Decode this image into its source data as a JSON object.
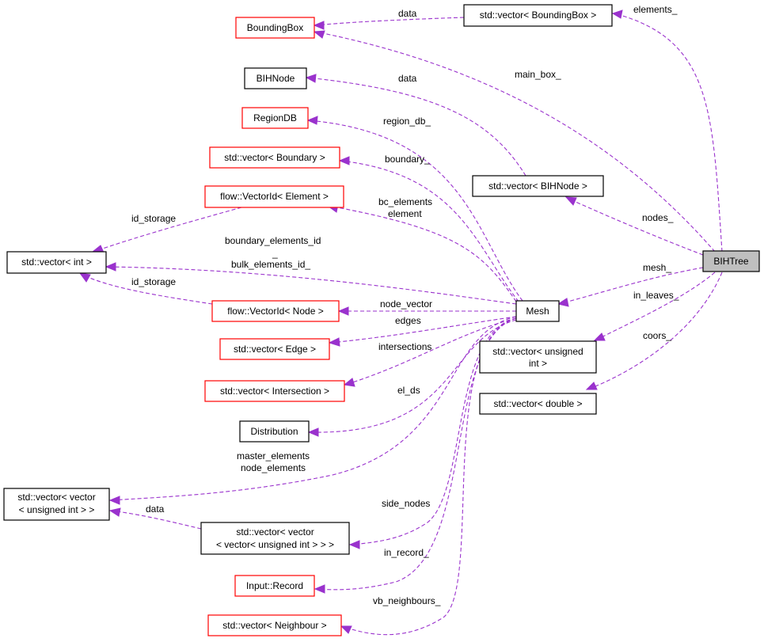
{
  "colors": {
    "edge": "#9a32cd",
    "border_incomplete": "#ff0000",
    "border_complete": "#000000",
    "highlight_fill": "#bfbfbf"
  },
  "nodes": {
    "bihtree": {
      "label": [
        "BIHTree"
      ],
      "border": "black",
      "highlight": true
    },
    "mesh": {
      "label": [
        "Mesh"
      ],
      "border": "black"
    },
    "vec_boundingbox": {
      "label": [
        "std::vector< BoundingBox >"
      ],
      "border": "black"
    },
    "boundingbox": {
      "label": [
        "BoundingBox"
      ],
      "border": "red"
    },
    "bihnode": {
      "label": [
        "BIHNode"
      ],
      "border": "black"
    },
    "vec_bihnode": {
      "label": [
        "std::vector< BIHNode >"
      ],
      "border": "black"
    },
    "regiondb": {
      "label": [
        "RegionDB"
      ],
      "border": "red"
    },
    "vec_boundary": {
      "label": [
        "std::vector< Boundary >"
      ],
      "border": "red"
    },
    "vectorid_element": {
      "label": [
        "flow::VectorId< Element >"
      ],
      "border": "red"
    },
    "vec_int": {
      "label": [
        "std::vector< int >"
      ],
      "border": "black"
    },
    "vectorid_node": {
      "label": [
        "flow::VectorId< Node >"
      ],
      "border": "red"
    },
    "vec_edge": {
      "label": [
        "std::vector< Edge >"
      ],
      "border": "red"
    },
    "vec_intersection": {
      "label": [
        "std::vector< Intersection >"
      ],
      "border": "red"
    },
    "distribution": {
      "label": [
        "Distribution"
      ],
      "border": "black"
    },
    "vec_vec_uint": {
      "label": [
        "std::vector< vector",
        "< unsigned int > >"
      ],
      "border": "black"
    },
    "vec_vec_vec_uint": {
      "label": [
        "std::vector< vector",
        "< vector< unsigned int > > >"
      ],
      "border": "black"
    },
    "input_record": {
      "label": [
        "Input::Record"
      ],
      "border": "red"
    },
    "vec_neighbour": {
      "label": [
        "std::vector< Neighbour >"
      ],
      "border": "red"
    },
    "vec_uint": {
      "label": [
        "std::vector< unsigned",
        "int >"
      ],
      "border": "black"
    },
    "vec_double": {
      "label": [
        "std::vector< double >"
      ],
      "border": "black"
    }
  },
  "edges": {
    "elements": {
      "from": "BIHTree",
      "to": "std::vector< BoundingBox >",
      "label": [
        "elements_"
      ]
    },
    "data_bb": {
      "from": "std::vector< BoundingBox >",
      "to": "BoundingBox",
      "label": [
        "data"
      ]
    },
    "main_box": {
      "from": "BIHTree",
      "to": "BoundingBox",
      "label": [
        "main_box_"
      ]
    },
    "data_bihnode": {
      "from": "std::vector< BIHNode >",
      "to": "BIHNode",
      "label": [
        "data"
      ]
    },
    "nodes": {
      "from": "BIHTree",
      "to": "std::vector< BIHNode >",
      "label": [
        "nodes_"
      ]
    },
    "region_db": {
      "from": "Mesh",
      "to": "RegionDB",
      "label": [
        "region_db_"
      ]
    },
    "boundary": {
      "from": "Mesh",
      "to": "std::vector< Boundary >",
      "label": [
        "boundary_"
      ]
    },
    "bc_elements": {
      "from": "Mesh",
      "to": "flow::VectorId< Element >",
      "label": [
        "bc_elements",
        "element"
      ]
    },
    "id_storage_el": {
      "from": "flow::VectorId< Element >",
      "to": "std::vector< int >",
      "label": [
        "id_storage"
      ]
    },
    "elements_id": {
      "from": "Mesh",
      "to": "std::vector< int >",
      "label": [
        "boundary_elements_id",
        "_",
        "bulk_elements_id_"
      ]
    },
    "id_storage_node": {
      "from": "flow::VectorId< Node >",
      "to": "std::vector< int >",
      "label": [
        "id_storage"
      ]
    },
    "mesh": {
      "from": "BIHTree",
      "to": "Mesh",
      "label": [
        "mesh_"
      ]
    },
    "node_vector": {
      "from": "Mesh",
      "to": "flow::VectorId< Node >",
      "label": [
        "node_vector"
      ]
    },
    "edges": {
      "from": "Mesh",
      "to": "std::vector< Edge >",
      "label": [
        "edges"
      ]
    },
    "intersections": {
      "from": "Mesh",
      "to": "std::vector< Intersection >",
      "label": [
        "intersections"
      ]
    },
    "el_ds": {
      "from": "Mesh",
      "to": "Distribution",
      "label": [
        "el_ds"
      ]
    },
    "in_leaves": {
      "from": "BIHTree",
      "to": "std::vector< unsigned int >",
      "label": [
        "in_leaves_"
      ]
    },
    "coors": {
      "from": "BIHTree",
      "to": "std::vector< double >",
      "label": [
        "coors_"
      ]
    },
    "master_elements": {
      "from": "Mesh",
      "to": "std::vector< vector < unsigned int > >",
      "label": [
        "master_elements",
        "node_elements"
      ]
    },
    "data_vv": {
      "from": "std::vector< vector < vector< unsigned int > > >",
      "to": "std::vector< vector < unsigned int > >",
      "label": [
        "data"
      ]
    },
    "side_nodes": {
      "from": "Mesh",
      "to": "std::vector< vector < vector< unsigned int > > >",
      "label": [
        "side_nodes"
      ]
    },
    "in_record": {
      "from": "Mesh",
      "to": "Input::Record",
      "label": [
        "in_record_"
      ]
    },
    "vb_neighbours": {
      "from": "Mesh",
      "to": "std::vector< Neighbour >",
      "label": [
        "vb_neighbours_"
      ]
    }
  }
}
